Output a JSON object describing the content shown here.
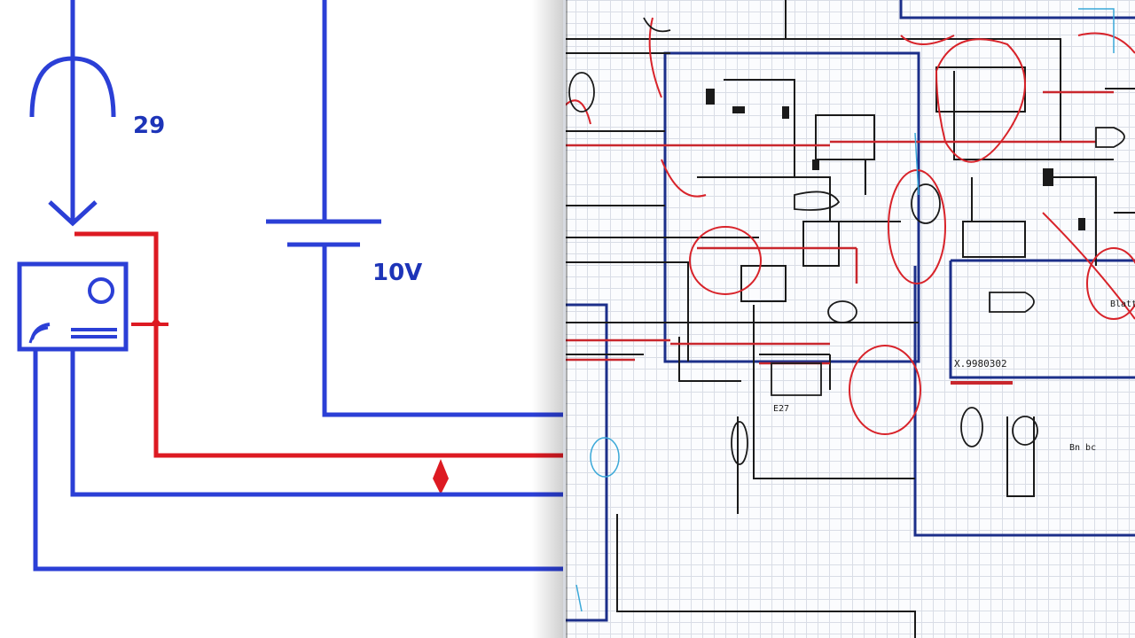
{
  "left_schematic": {
    "current_label": "29",
    "battery_label": "10V"
  },
  "right_schematic": {
    "label_part_number": "X.9980302",
    "label_bottom_left": "E27",
    "label_right_middle": "Blatt",
    "label_right_bottom": "Bn bc"
  },
  "colors": {
    "wire_blue": "#2b3fd6",
    "wire_red": "#dd1a22",
    "wire_dark": "#1a1a1a",
    "grid": "#d9dde6"
  }
}
